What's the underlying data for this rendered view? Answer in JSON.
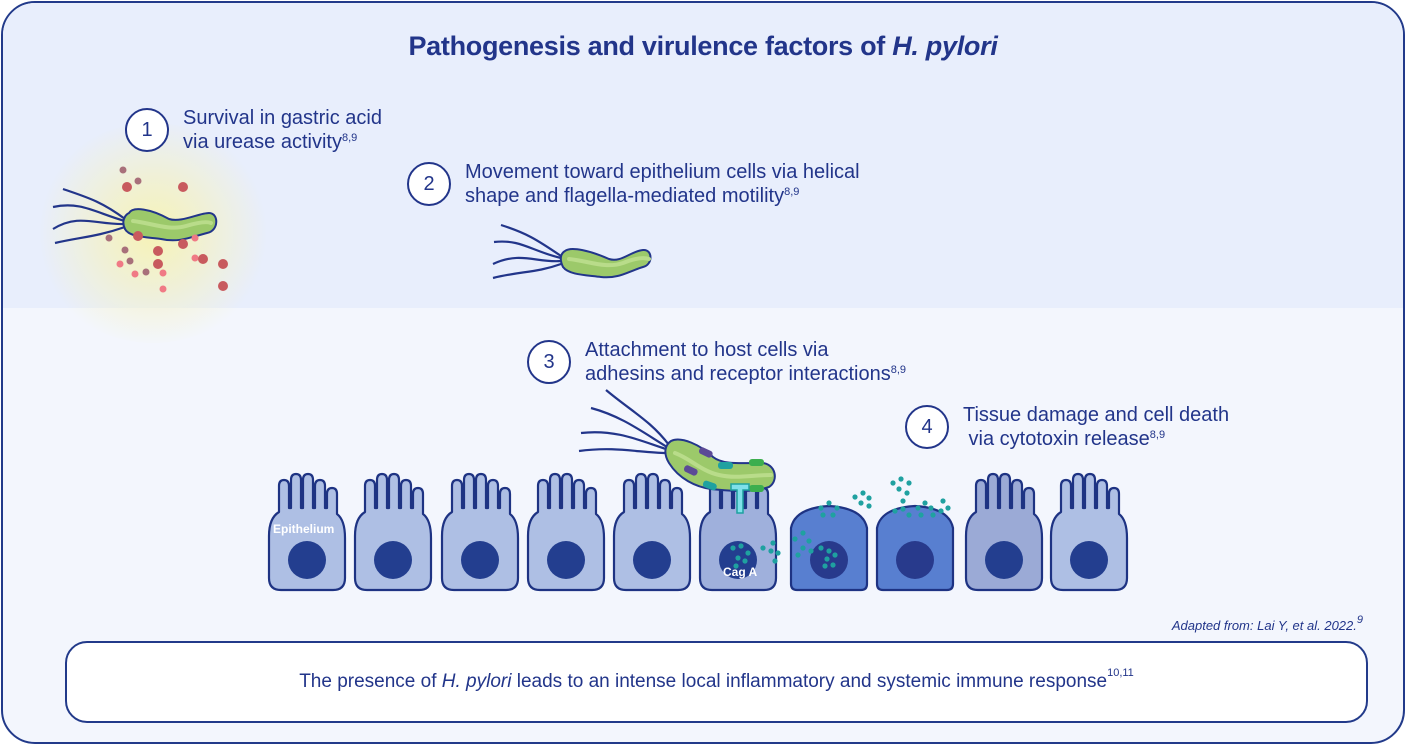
{
  "title": {
    "prefix": "Pathogenesis and virulence factors of ",
    "italic": "H. pylori"
  },
  "steps": [
    {
      "number": "1",
      "line1": "Survival in gastric acid",
      "line2": "via urease activity",
      "refs": "8,9"
    },
    {
      "number": "2",
      "line1": "Movement toward epithelium cells via helical",
      "line2": "shape and flagella-mediated motility",
      "refs": "8,9"
    },
    {
      "number": "3",
      "line1": "Attachment to host cells via",
      "line2": "adhesins and receptor interactions",
      "refs": "8,9"
    },
    {
      "number": "4",
      "line1": "Tissue damage and cell death",
      "line2": " via cytotoxin release",
      "refs": "8,9"
    }
  ],
  "labels": {
    "epithelium": "Epithelium",
    "cag_a": "Cag A"
  },
  "credit": {
    "text": "Adapted from: Lai Y, et al. 2022.",
    "ref": "9"
  },
  "conclusion": {
    "prefix": "The presence of ",
    "italic": "H. pylori",
    "suffix": " leads to an intense local inflammatory and systemic immune response",
    "refs": "10,11"
  },
  "colors": {
    "navy": "#22358a",
    "bacterium_green": "#9cc96a",
    "cell_light": "#aebfe4",
    "cell_damaged": "#587fd0",
    "nucleus": "#233e8f",
    "toxin_teal": "#1fa1a0",
    "urea_red": "#c85a5e"
  }
}
